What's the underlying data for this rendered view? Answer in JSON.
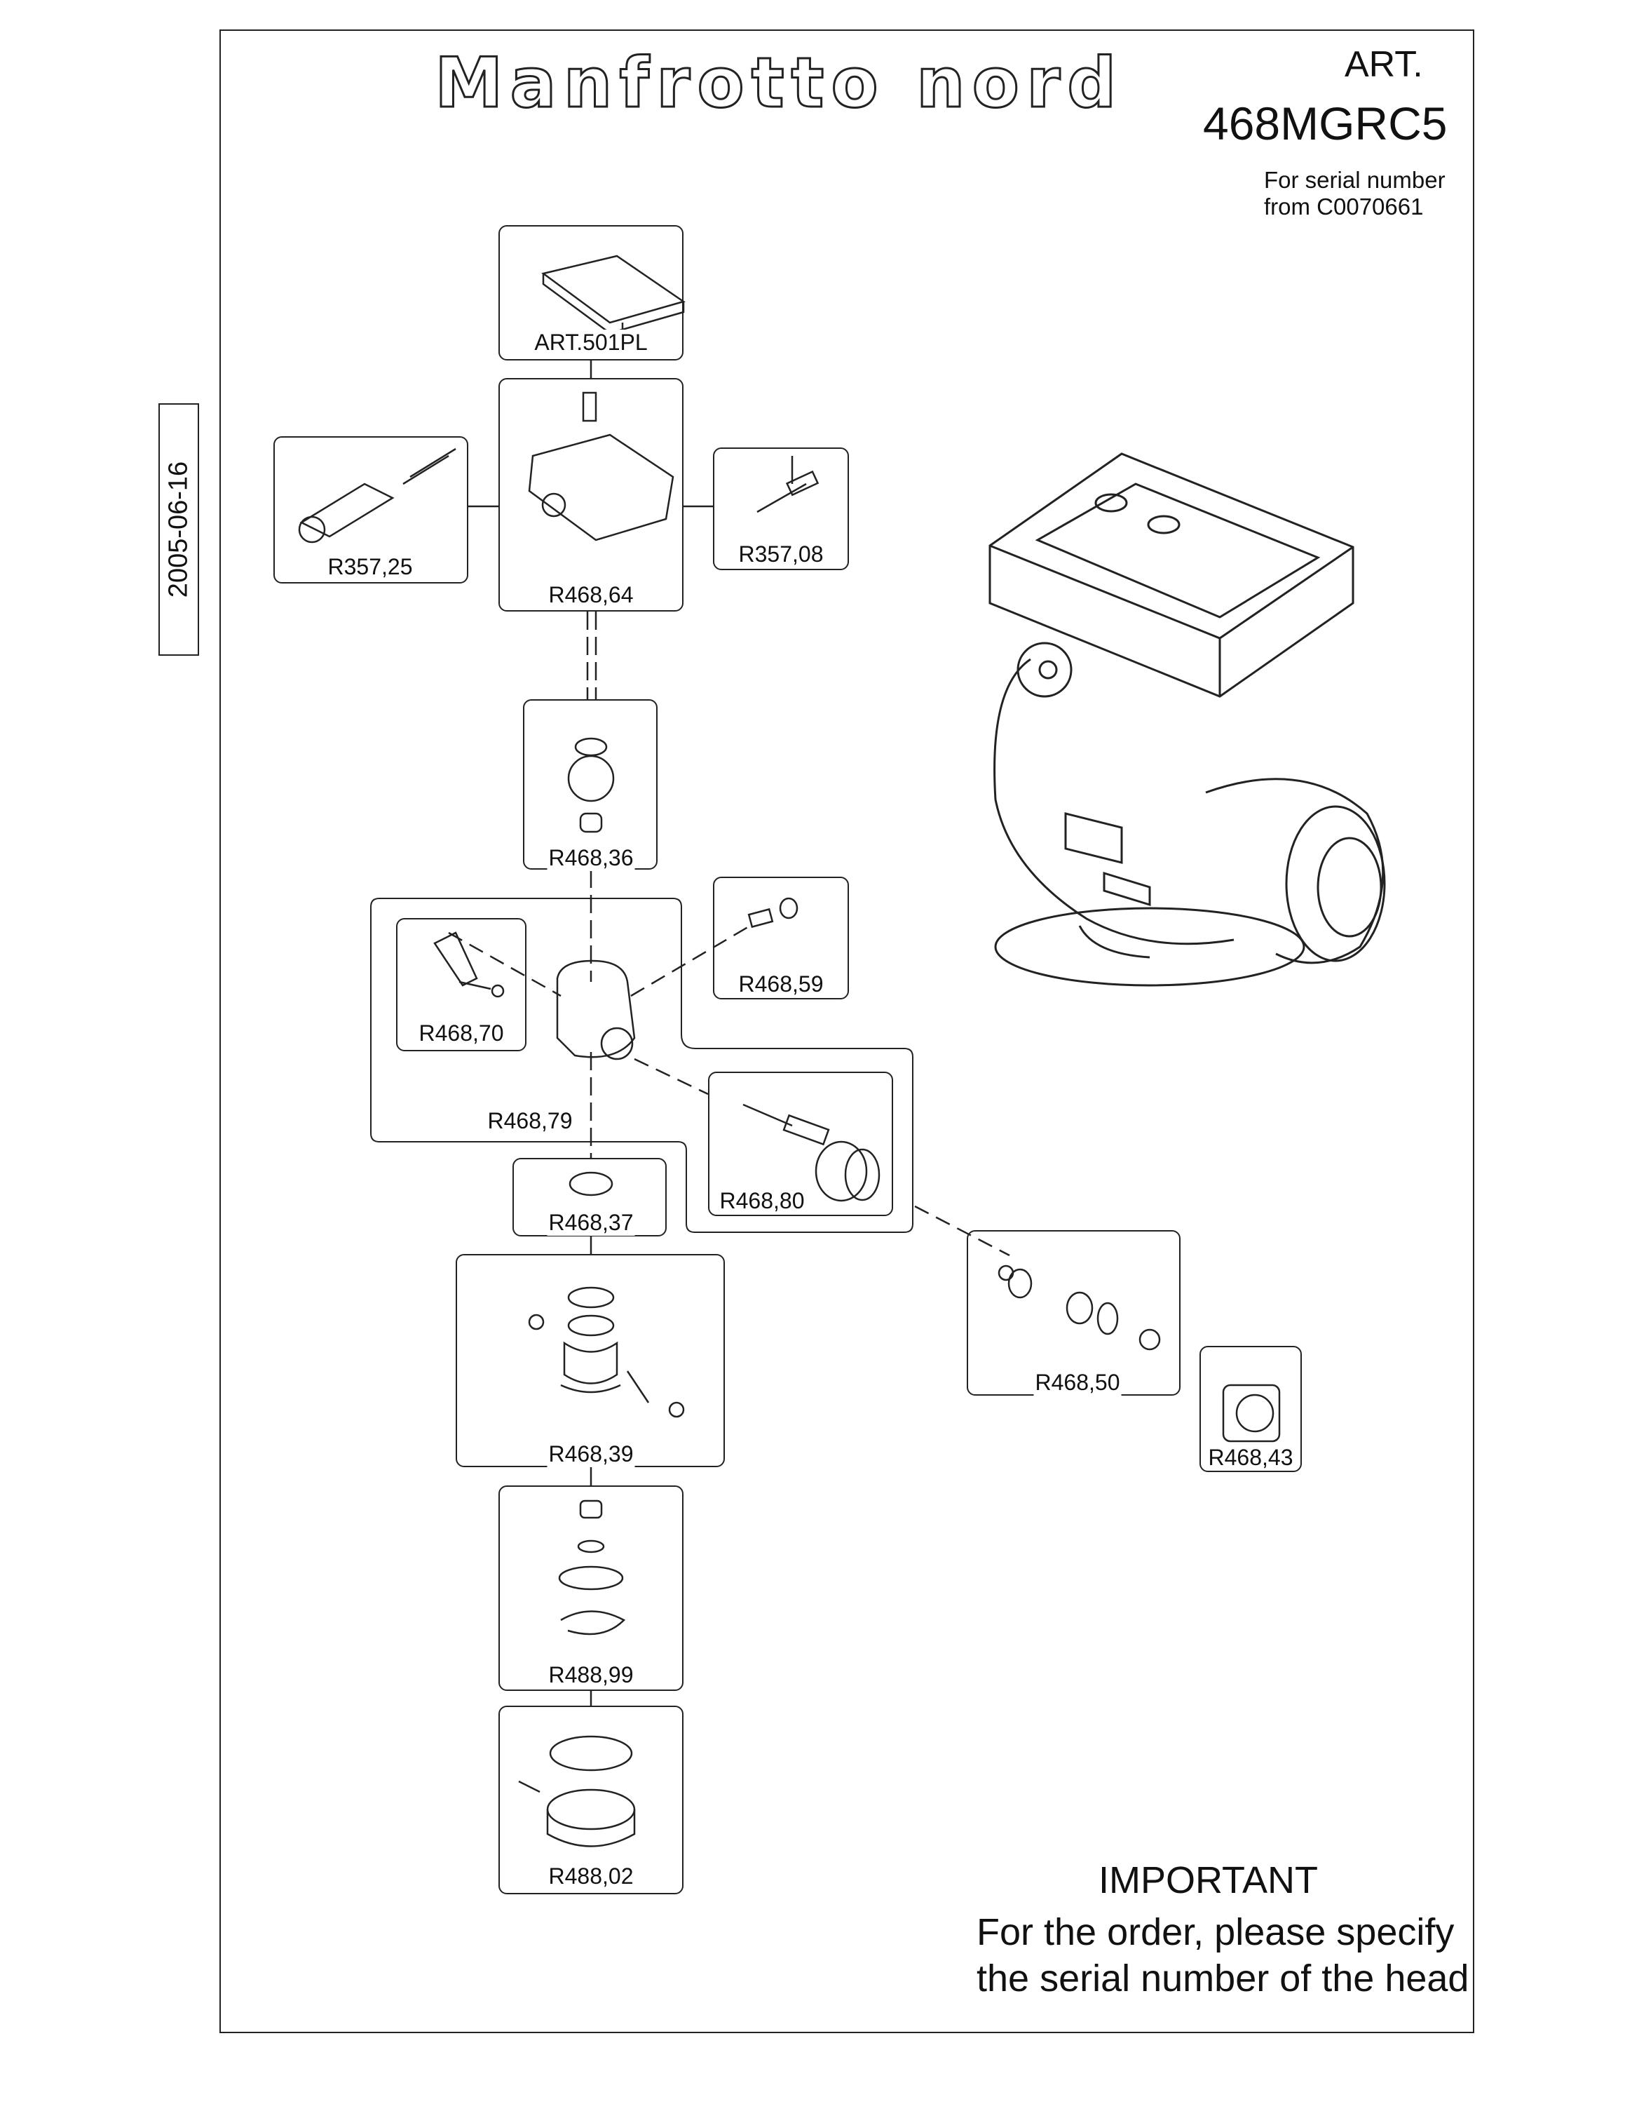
{
  "header": {
    "brand": "Manfrotto nord",
    "art_label": "ART.",
    "art_number": "468MGRC5",
    "serial_line1": "For serial number",
    "serial_line2": "from C0070661"
  },
  "date": "2005-06-16",
  "parts": [
    {
      "id": "art501pl",
      "code": "ART.501PL"
    },
    {
      "id": "r46864",
      "code": "R468,64"
    },
    {
      "id": "r35725",
      "code": "R357,25"
    },
    {
      "id": "r35708",
      "code": "R357,08"
    },
    {
      "id": "r46836",
      "code": "R468,36"
    },
    {
      "id": "r46859",
      "code": "R468,59"
    },
    {
      "id": "r46870",
      "code": "R468,70"
    },
    {
      "id": "r46879",
      "code": "R468,79"
    },
    {
      "id": "r46880",
      "code": "R468,80"
    },
    {
      "id": "r46837",
      "code": "R468,37"
    },
    {
      "id": "r46850",
      "code": "R468,50"
    },
    {
      "id": "r46839",
      "code": "R468,39"
    },
    {
      "id": "r46843",
      "code": "R468,43"
    },
    {
      "id": "r48899",
      "code": "R488,99"
    },
    {
      "id": "r48802",
      "code": "R488,02"
    }
  ],
  "footer": {
    "important": "IMPORTANT",
    "line1": "For the order, please  specify",
    "line2": "the serial number of the head"
  }
}
